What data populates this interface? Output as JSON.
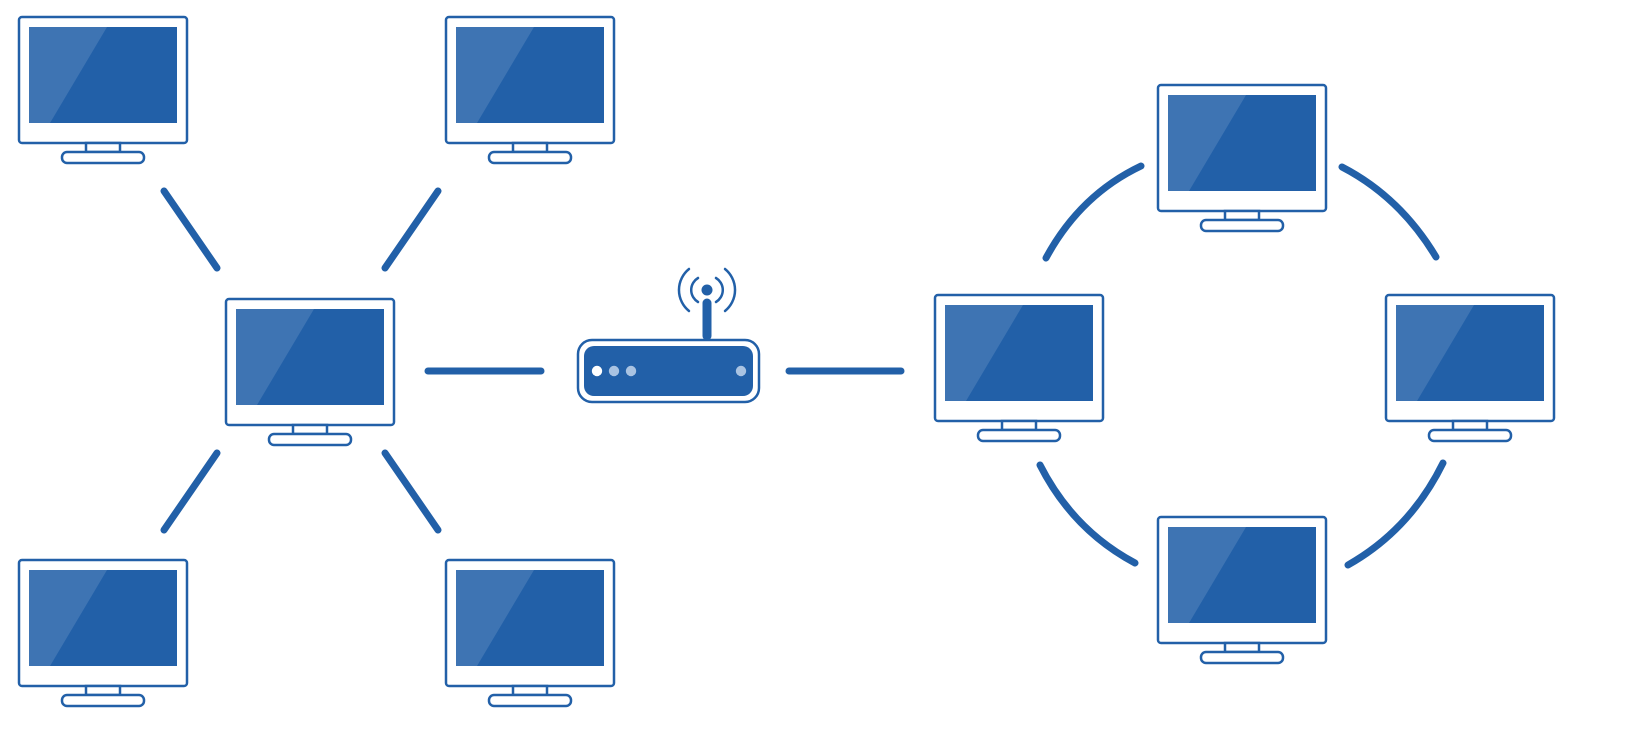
{
  "colors": {
    "primary": "#2260a8",
    "frame_bg": "#ffffff",
    "led_bright": "#ffffff",
    "led_dim": "#a9c3e2"
  },
  "star_network": {
    "hub": "computer-hub",
    "computers": [
      "computer-star-top-left",
      "computer-star-top-right",
      "computer-hub",
      "computer-star-bottom-left",
      "computer-star-bottom-right"
    ],
    "links": [
      [
        "computer-hub",
        "computer-star-top-left"
      ],
      [
        "computer-hub",
        "computer-star-top-right"
      ],
      [
        "computer-hub",
        "computer-star-bottom-left"
      ],
      [
        "computer-hub",
        "computer-star-bottom-right"
      ]
    ]
  },
  "router": {
    "icon": "wifi-router-icon",
    "antenna_icon": "wifi-signal-icon",
    "leds": [
      "on",
      "dim",
      "dim",
      "dim"
    ]
  },
  "ring_network": {
    "computers": [
      "computer-ring-left",
      "computer-ring-top",
      "computer-ring-right",
      "computer-ring-bottom"
    ],
    "links": [
      [
        "computer-ring-left",
        "computer-ring-top"
      ],
      [
        "computer-ring-top",
        "computer-ring-right"
      ],
      [
        "computer-ring-right",
        "computer-ring-bottom"
      ],
      [
        "computer-ring-bottom",
        "computer-ring-left"
      ]
    ]
  },
  "backbone_links": [
    [
      "computer-hub",
      "router"
    ],
    [
      "router",
      "computer-ring-left"
    ]
  ]
}
